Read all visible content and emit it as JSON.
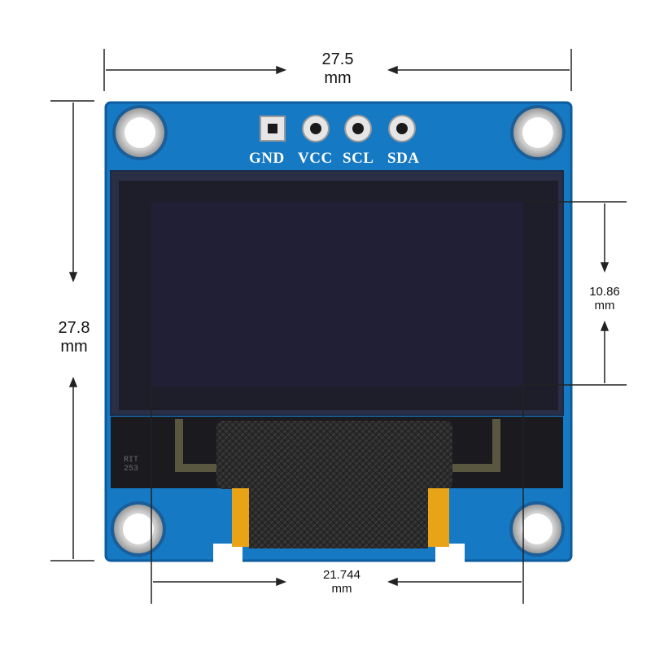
{
  "dimensions": {
    "board_width": {
      "value": "27.5",
      "unit": "mm"
    },
    "board_height": {
      "value": "27.8",
      "unit": "mm"
    },
    "screen_height": {
      "value": "10.86",
      "unit": "mm"
    },
    "screen_width": {
      "value": "21.744",
      "unit": "mm"
    }
  },
  "pins": [
    "GND",
    "VCC",
    "SCL",
    "SDA"
  ],
  "silkscreen": {
    "line1": "RIT",
    "line2": "253"
  },
  "colors": {
    "pcb": "#1679c4",
    "pcb_edge": "#0d5c9e",
    "screen_bezel": "#1e1d2a",
    "screen_active": "#211f35",
    "ribbon": "#232323",
    "kapton": "#e8a316",
    "pad_metal": "#d6d6d6"
  }
}
